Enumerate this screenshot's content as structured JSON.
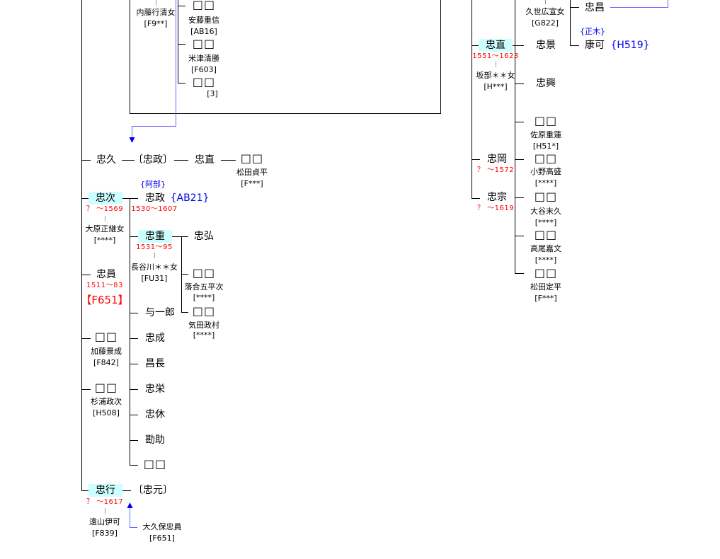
{
  "box": {
    "n1": "内藤行清女",
    "n1c": "[F9**]",
    "b1": "□□",
    "b1n": "安藤重信",
    "b1c": "[AB16]",
    "b2": "□□",
    "b2n": "米津清勝",
    "b2c": "[F603]",
    "b3": "□□",
    "b3c": "[3]"
  },
  "row1": {
    "tadahisa": "忠久",
    "tadamasa_adopt": "〔忠政〕",
    "tadanao": "忠直",
    "child": "□□",
    "child_spouse": "松田貞平",
    "child_code": "[F***]"
  },
  "tadatsugu": {
    "name": "忠次",
    "dates": "？ ～1569",
    "spouse": "大原正継女",
    "code": "[****]"
  },
  "tadamasa": {
    "adopt_from": "{阿部}",
    "name": "忠政",
    "ref": "{AB21}",
    "dates": "1530～1607"
  },
  "tadashige": {
    "name": "忠重",
    "dates": "1531～95",
    "spouse": "長谷川＊＊女",
    "code": "[FU31]",
    "c1": "忠弘",
    "c2": "□□",
    "c2s": "落合五平次",
    "c2c": "[****]",
    "c3": "□□",
    "c3s": "気田政村",
    "c3c": "[****]"
  },
  "tadakazu": {
    "name": "忠員",
    "dates": "1511～83",
    "ref": "【F651】"
  },
  "sons": [
    "与一郎",
    "忠成",
    "昌長",
    "忠栄",
    "忠休",
    "勘助",
    "□□"
  ],
  "d1": {
    "name": "□□",
    "spouse": "加藤景成",
    "code": "[F842]"
  },
  "d2": {
    "name": "□□",
    "spouse": "杉浦政次",
    "code": "[H508]"
  },
  "tadayuki": {
    "name": "忠行",
    "dates": "？ ～1617",
    "spouse": "遠山伊可",
    "code": "[F839]",
    "adopt": "〔忠元〕",
    "adopt_from": "大久保忠員",
    "adopt_code": "[F651]"
  },
  "right": {
    "spouse0": "久世広宣女",
    "spouse0c": "[G822]",
    "tadamasa2": "忠昌",
    "masaki": "{正木}",
    "yasuyoshi": "康可",
    "yasuyoshi_ref": "{H519}",
    "tadanao": {
      "name": "忠直",
      "dates": "1551～1623",
      "spouse": "坂部＊＊女",
      "code": "[H***]"
    },
    "tadakage": "忠景",
    "tadaoki": "忠興",
    "d1": "□□",
    "d1s": "佐原重蓮",
    "d1c": "[H51*]",
    "tadaoka": {
      "name": "忠岡",
      "dates": "？ ～1572"
    },
    "d2": "□□",
    "d2s": "小野高盛",
    "d2c": "[****]",
    "tadamune": {
      "name": "忠宗",
      "dates": "？ ～1619"
    },
    "d3": "□□",
    "d3s": "大谷末久",
    "d3c": "[****]",
    "d4": "□□",
    "d4s": "高尾嘉文",
    "d4c": "[****]",
    "d5": "□□",
    "d5s": "松田定平",
    "d5c": "[F***]"
  },
  "colors": {
    "highlight": "#ccffff",
    "dates": "#ff0000",
    "ref": "#0000ee",
    "adopt_line": "#6666ff"
  }
}
